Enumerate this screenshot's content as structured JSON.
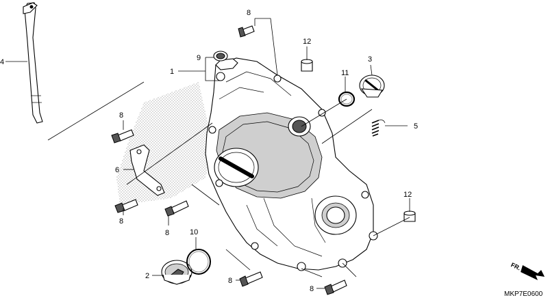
{
  "callouts": {
    "c1": "1",
    "c2": "2",
    "c3": "3",
    "c4": "4",
    "c5": "5",
    "c6": "6",
    "c8_top": "8",
    "c8_upper_left": "8",
    "c8_left": "8",
    "c8_mid": "8",
    "c8_bottom_left": "8",
    "c8_bottom_right": "8",
    "c9": "9",
    "c10": "10",
    "c11": "11",
    "c12_top": "12",
    "c12_right": "12"
  },
  "direction_label": "FR.",
  "diagram_code": "MKP7E0600",
  "colors": {
    "line": "#000000",
    "hatch": "#9a9a9a",
    "background": "#ffffff",
    "watermark": "#bbbbbb"
  }
}
